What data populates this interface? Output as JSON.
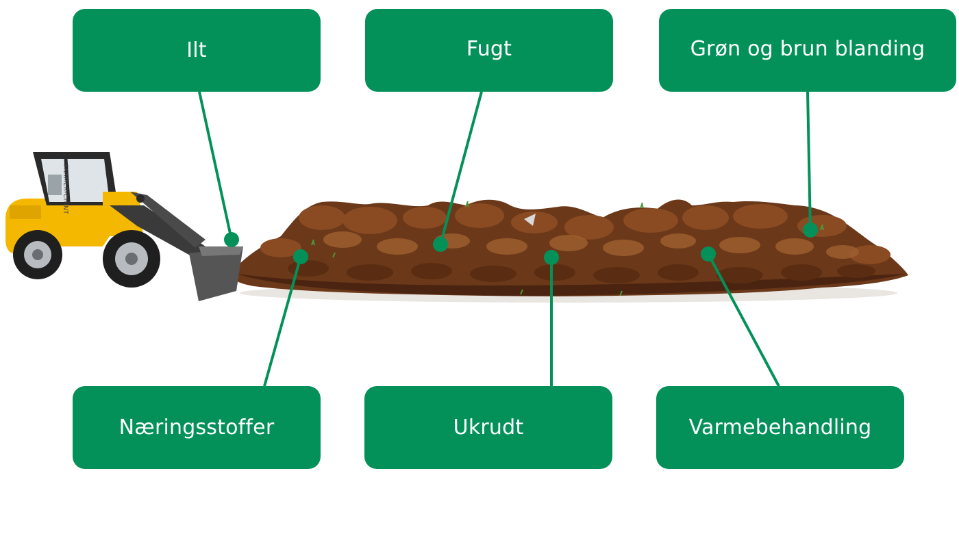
{
  "labels": {
    "ilt": "Ilt",
    "fugt": "Fugt",
    "gron_brun": "Grøn og brun blanding",
    "naeringsstoffer": "Næringsstoffer",
    "ukrudt": "Ukrudt",
    "varmebehandling": "Varmebehandling"
  },
  "loader": {
    "brand_text": "FARMER-CHINT"
  },
  "colors": {
    "label_bg": "#039159",
    "connector": "#039159",
    "soil_dark": "#5a2f14",
    "soil_mid": "#7a4220",
    "soil_light": "#9a5a2e",
    "loader_yellow": "#f5b800"
  }
}
